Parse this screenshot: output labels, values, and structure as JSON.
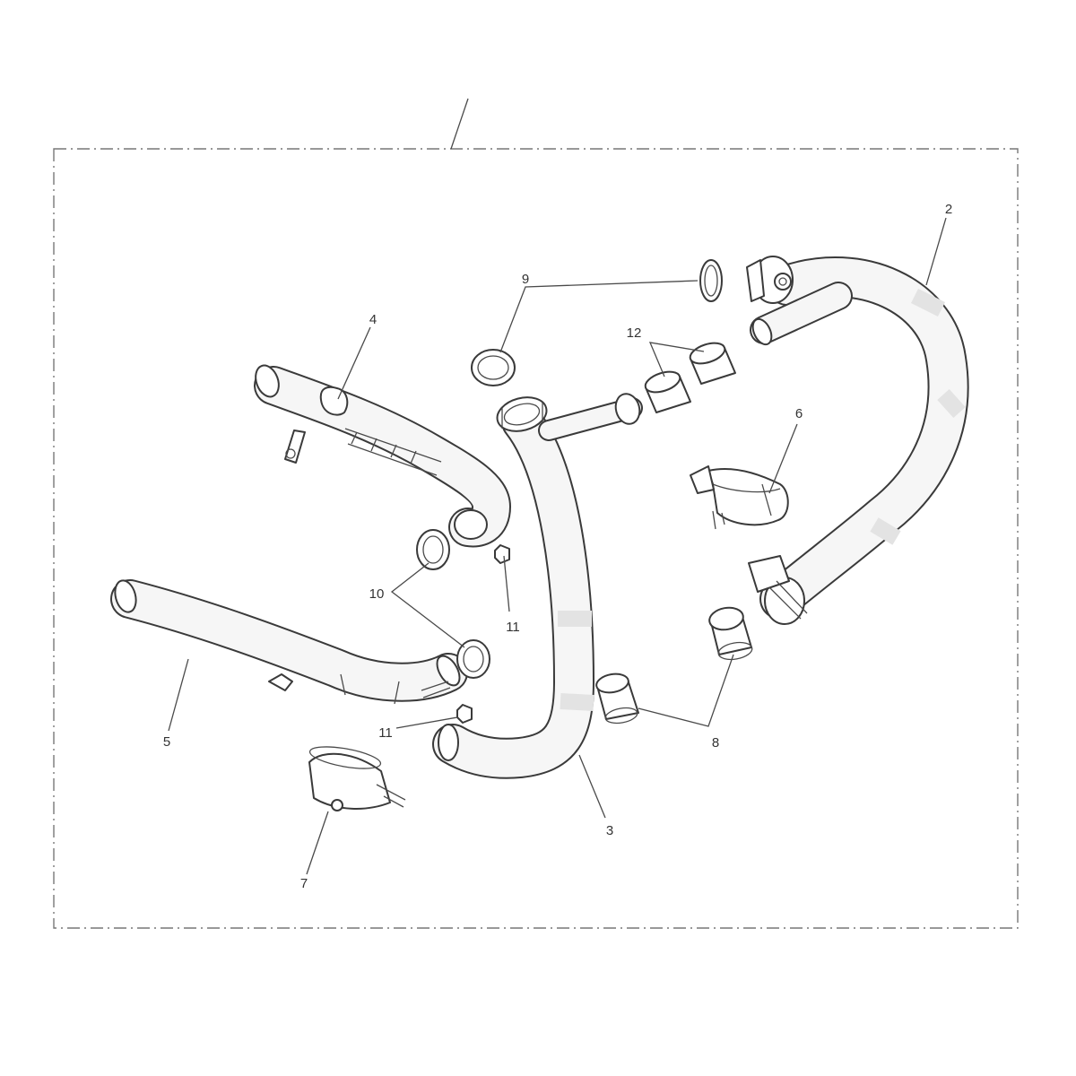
{
  "callouts": {
    "c1": "2",
    "c2": "9",
    "c3": "4",
    "c4": "12",
    "c5": "6",
    "c6": "10",
    "c7": "11",
    "c8": "5",
    "c9": "11",
    "c10": "8",
    "c11": "3",
    "c12": "7"
  },
  "colors": {
    "line": "#3a3a3a",
    "tube_fill": "#f6f6f6",
    "frame": "#777777"
  }
}
